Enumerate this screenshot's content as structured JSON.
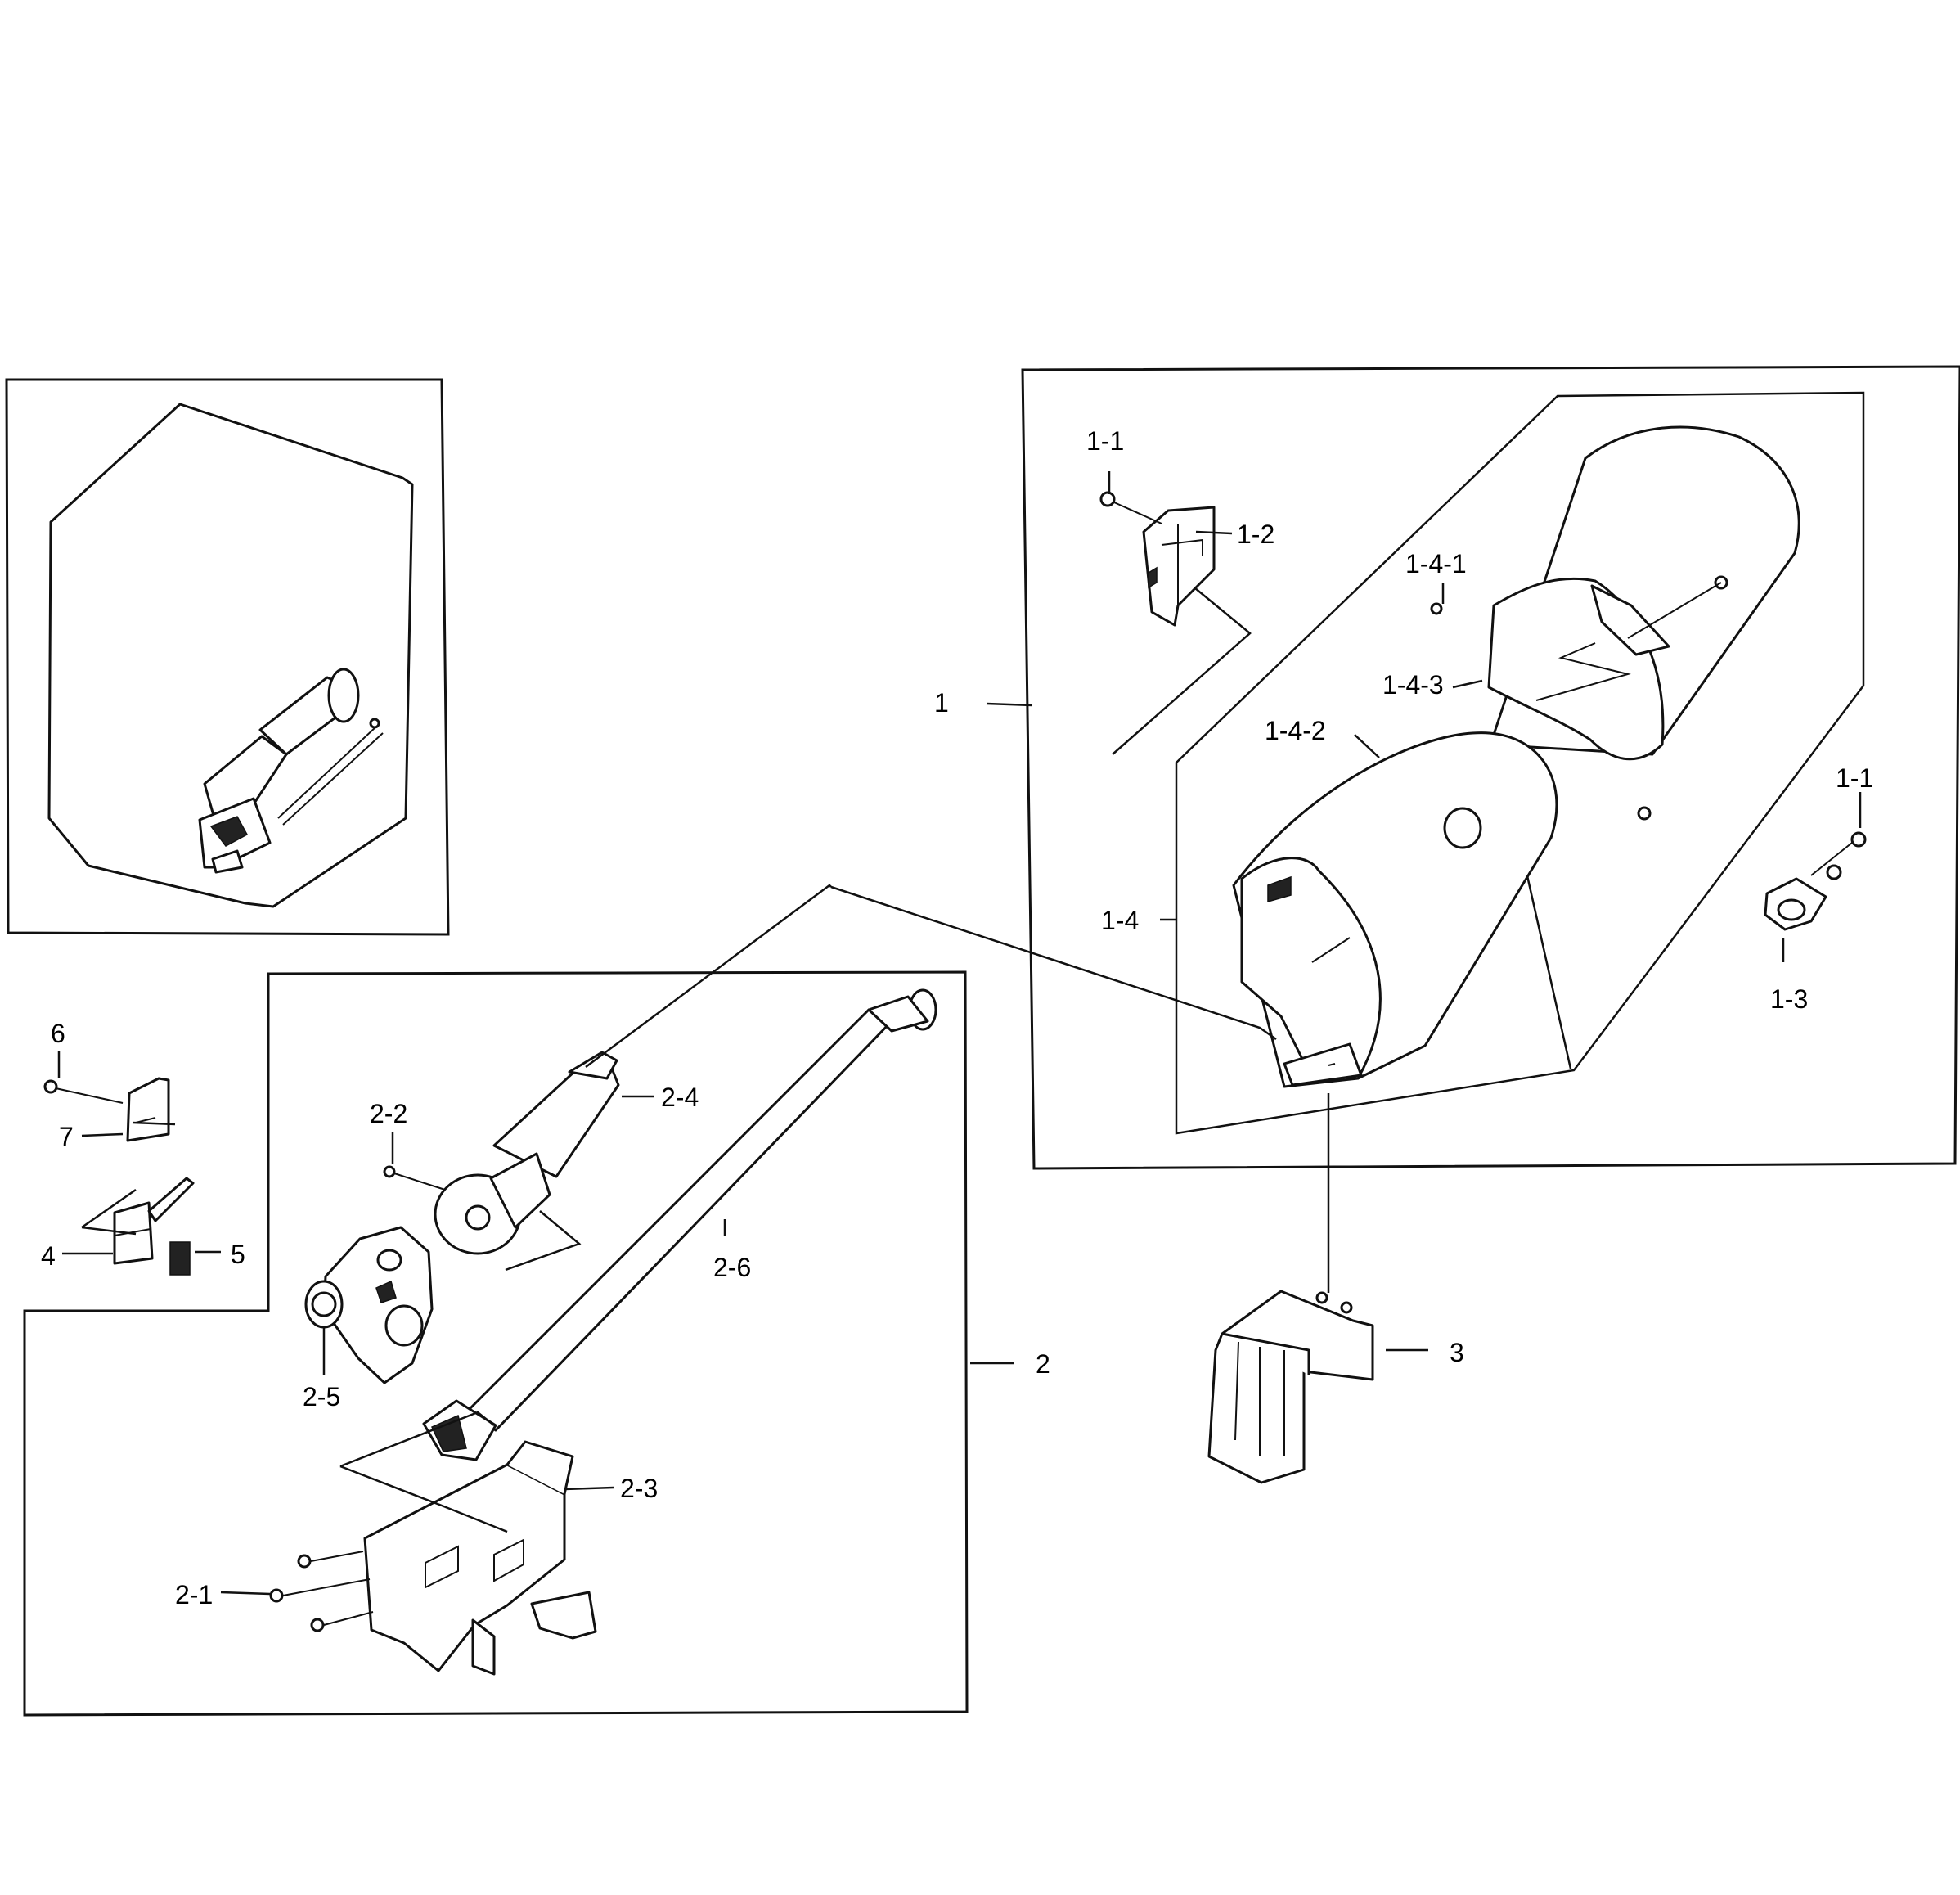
{
  "callouts": {
    "c_1_1_top": "1-1",
    "c_1_2": "1-2",
    "c_1_4_1": "1-4-1",
    "c_1_4_3": "1-4-3",
    "c_1": "1",
    "c_1_4_2": "1-4-2",
    "c_1_1_right": "1-1",
    "c_1_4": "1-4",
    "c_1_3": "1-3",
    "c_6": "6",
    "c_7": "7",
    "c_4": "4",
    "c_5": "5",
    "c_2_2": "2-2",
    "c_2_4": "2-4",
    "c_2_6": "2-6",
    "c_2_5": "2-5",
    "c_2": "2",
    "c_2_3": "2-3",
    "c_2_1": "2-1",
    "c_3": "3"
  }
}
